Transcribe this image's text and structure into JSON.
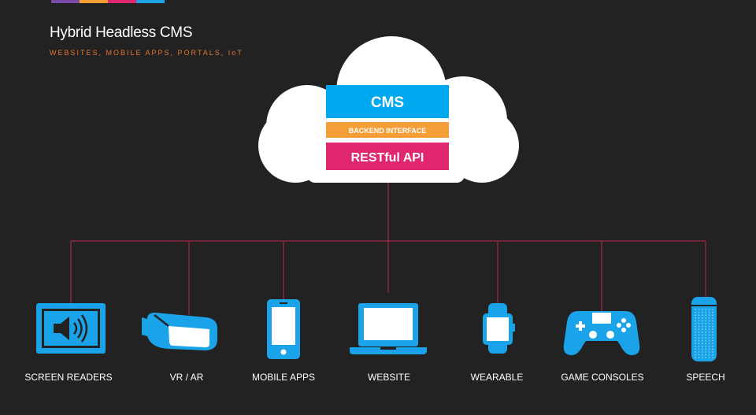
{
  "brand_bar": {
    "colors": [
      "#7a4aa8",
      "#f5a033",
      "#e0266e",
      "#1ea4e6"
    ]
  },
  "header": {
    "title": "Hybrid Headless CMS",
    "subtitle": "WEBSITES, MOBILE APPS, PORTALS, IoT"
  },
  "cloud": {
    "layers": [
      {
        "label": "CMS",
        "color": "#00a8f0"
      },
      {
        "label": "BACKEND INTERFACE",
        "color": "#f59e37"
      },
      {
        "label": "RESTful API",
        "color": "#e0266e"
      }
    ]
  },
  "connector_color": "#c0294f",
  "device_color": "#1aa3e8",
  "devices": [
    {
      "label": "SCREEN READERS",
      "icon": "screen-reader-icon"
    },
    {
      "label": "VR / AR",
      "icon": "vr-headset-icon"
    },
    {
      "label": "MOBILE APPS",
      "icon": "smartphone-icon"
    },
    {
      "label": "WEBSITE",
      "icon": "laptop-icon"
    },
    {
      "label": "WEARABLE",
      "icon": "smartwatch-icon"
    },
    {
      "label": "GAME CONSOLES",
      "icon": "gamepad-icon"
    },
    {
      "label": "SPEECH",
      "icon": "smart-speaker-icon"
    }
  ]
}
